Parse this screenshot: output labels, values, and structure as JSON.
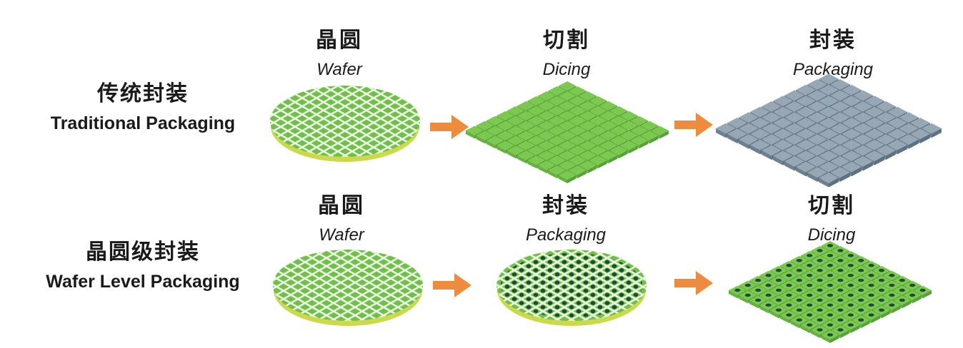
{
  "colors": {
    "arrow": "#ED8C3E",
    "wafer_green": "#70BE4B",
    "wafer_grid_line": "#EAF5DE",
    "wafer_rim": "#CBD94A",
    "chip_green_top": "#7CC851",
    "chip_green_left": "#65B23E",
    "chip_green_right": "#55A237",
    "chip_gray_top": "#98A7B4",
    "chip_gray_left": "#6E8090",
    "chip_gray_right": "#5E7183",
    "package_dot": "#1D4B34",
    "text": "#1A1A1A"
  },
  "rows": [
    {
      "label_cn": "传统封装",
      "label_en": "Traditional Packaging",
      "stages": [
        {
          "cn": "晶圆",
          "en": "Wafer"
        },
        {
          "cn": "切割",
          "en": "Dicing"
        },
        {
          "cn": "封装",
          "en": "Packaging"
        }
      ]
    },
    {
      "label_cn": "晶圆级封装",
      "label_en": "Wafer Level Packaging",
      "stages": [
        {
          "cn": "晶圆",
          "en": "Wafer"
        },
        {
          "cn": "封装",
          "en": "Packaging"
        },
        {
          "cn": "切割",
          "en": "Dicing"
        }
      ]
    }
  ],
  "graphics": {
    "chip_grid_rows": 10,
    "chip_grid_cols": 10
  }
}
